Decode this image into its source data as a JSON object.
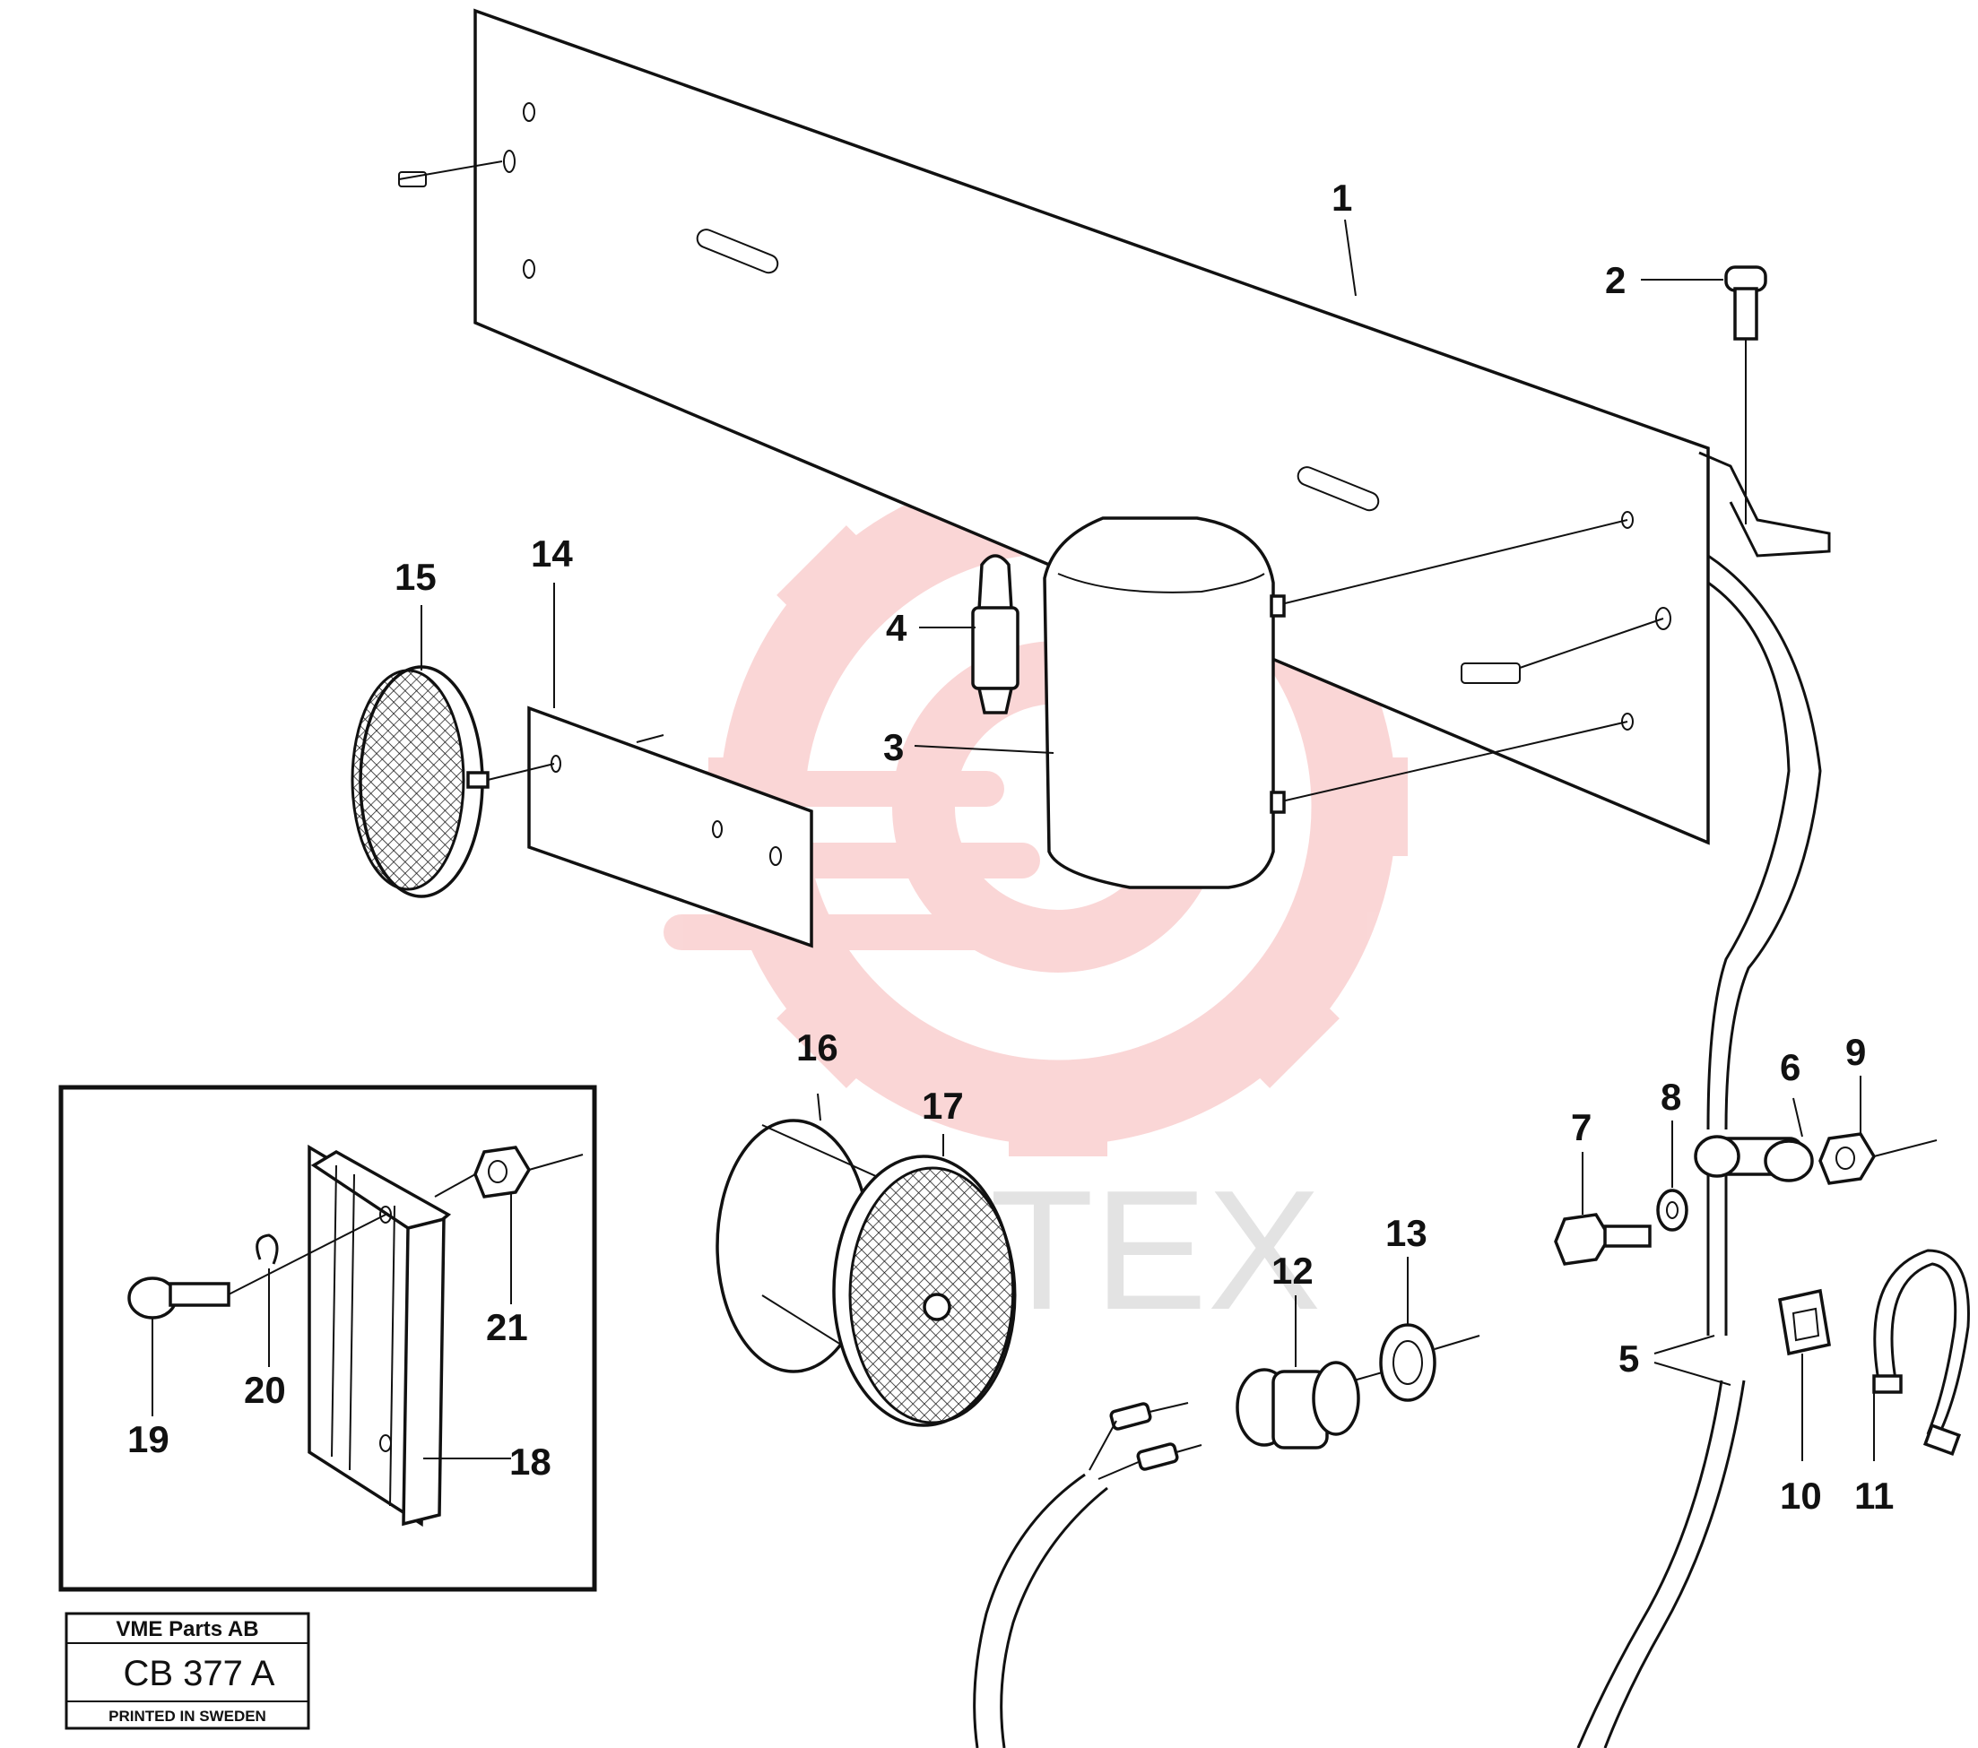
{
  "diagram": {
    "part_numbers": [
      "1",
      "2",
      "3",
      "4",
      "5",
      "6",
      "7",
      "8",
      "9",
      "10",
      "11",
      "12",
      "13",
      "14",
      "15",
      "16",
      "17",
      "18",
      "19",
      "20",
      "21"
    ]
  },
  "title_block": {
    "company": "VME Parts AB",
    "code": "CB 377 A",
    "footer": "PRINTED IN SWEDEN"
  },
  "watermark": {
    "text": "ИНТЕХ",
    "gear_color": "#f4a6a6"
  }
}
